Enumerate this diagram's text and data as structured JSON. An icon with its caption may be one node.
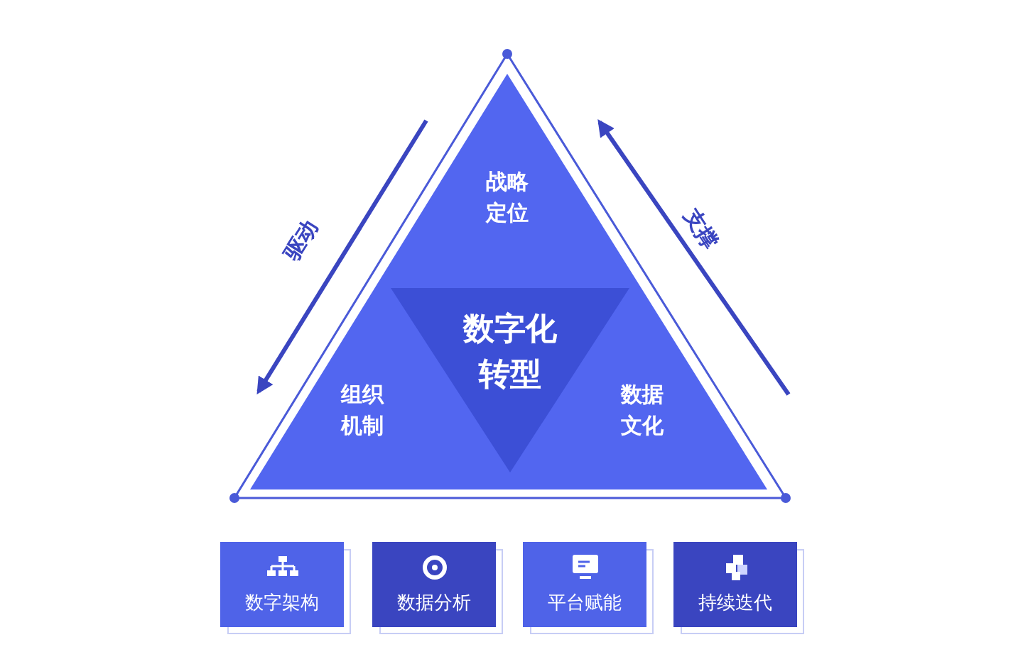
{
  "diagram": {
    "nodes": [
      {
        "text": [
          "战略定位"
        ]
      },
      {
        "text": [
          "数字化转型"
        ]
      },
      {
        "text": [
          "组织机制"
        ]
      },
      {
        "text": [
          "数据文化"
        ]
      },
      {
        "text": [
          "数字架构"
        ]
      },
      {
        "text": [
          "数据分析"
        ]
      },
      {
        "text": [
          "平台赋能"
        ]
      },
      {
        "text": [
          "持续迭代"
        ]
      }
    ],
    "edges": [],
    "labels": [
      "驱动",
      "支撑"
    ]
  }
}
